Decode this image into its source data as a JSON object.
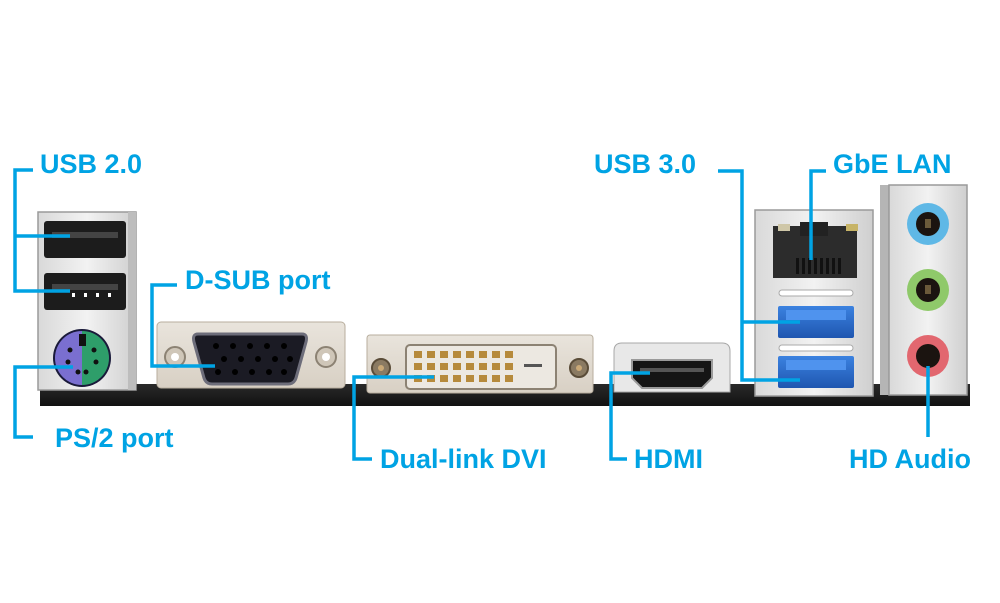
{
  "diagram": {
    "title": "Motherboard rear I/O panel",
    "accent_color": "#00a3e4",
    "labels": {
      "usb2": "USB 2.0",
      "ps2": "PS/2 port",
      "dsub": "D-SUB port",
      "dvi": "Dual-link DVI",
      "hdmi": "HDMI",
      "usb3": "USB 3.0",
      "lan": "GbE LAN",
      "audio": "HD Audio"
    },
    "ports": [
      {
        "id": "usb2",
        "name": "USB 2.0",
        "count": 2
      },
      {
        "id": "ps2",
        "name": "PS/2 port",
        "count": 1,
        "colors": [
          "#7a6fd0",
          "#2e9e6a"
        ]
      },
      {
        "id": "dsub",
        "name": "D-SUB port",
        "count": 1,
        "pins": 15
      },
      {
        "id": "dvi",
        "name": "Dual-link DVI",
        "count": 1,
        "pins": 24
      },
      {
        "id": "hdmi",
        "name": "HDMI",
        "count": 1
      },
      {
        "id": "usb3",
        "name": "USB 3.0",
        "count": 2,
        "color": "#2f6fd1"
      },
      {
        "id": "lan",
        "name": "GbE LAN",
        "count": 1
      },
      {
        "id": "audio",
        "name": "HD Audio",
        "count": 3,
        "jack_colors": [
          "#5fb8e6",
          "#8fc96a",
          "#e2676f"
        ]
      }
    ]
  }
}
